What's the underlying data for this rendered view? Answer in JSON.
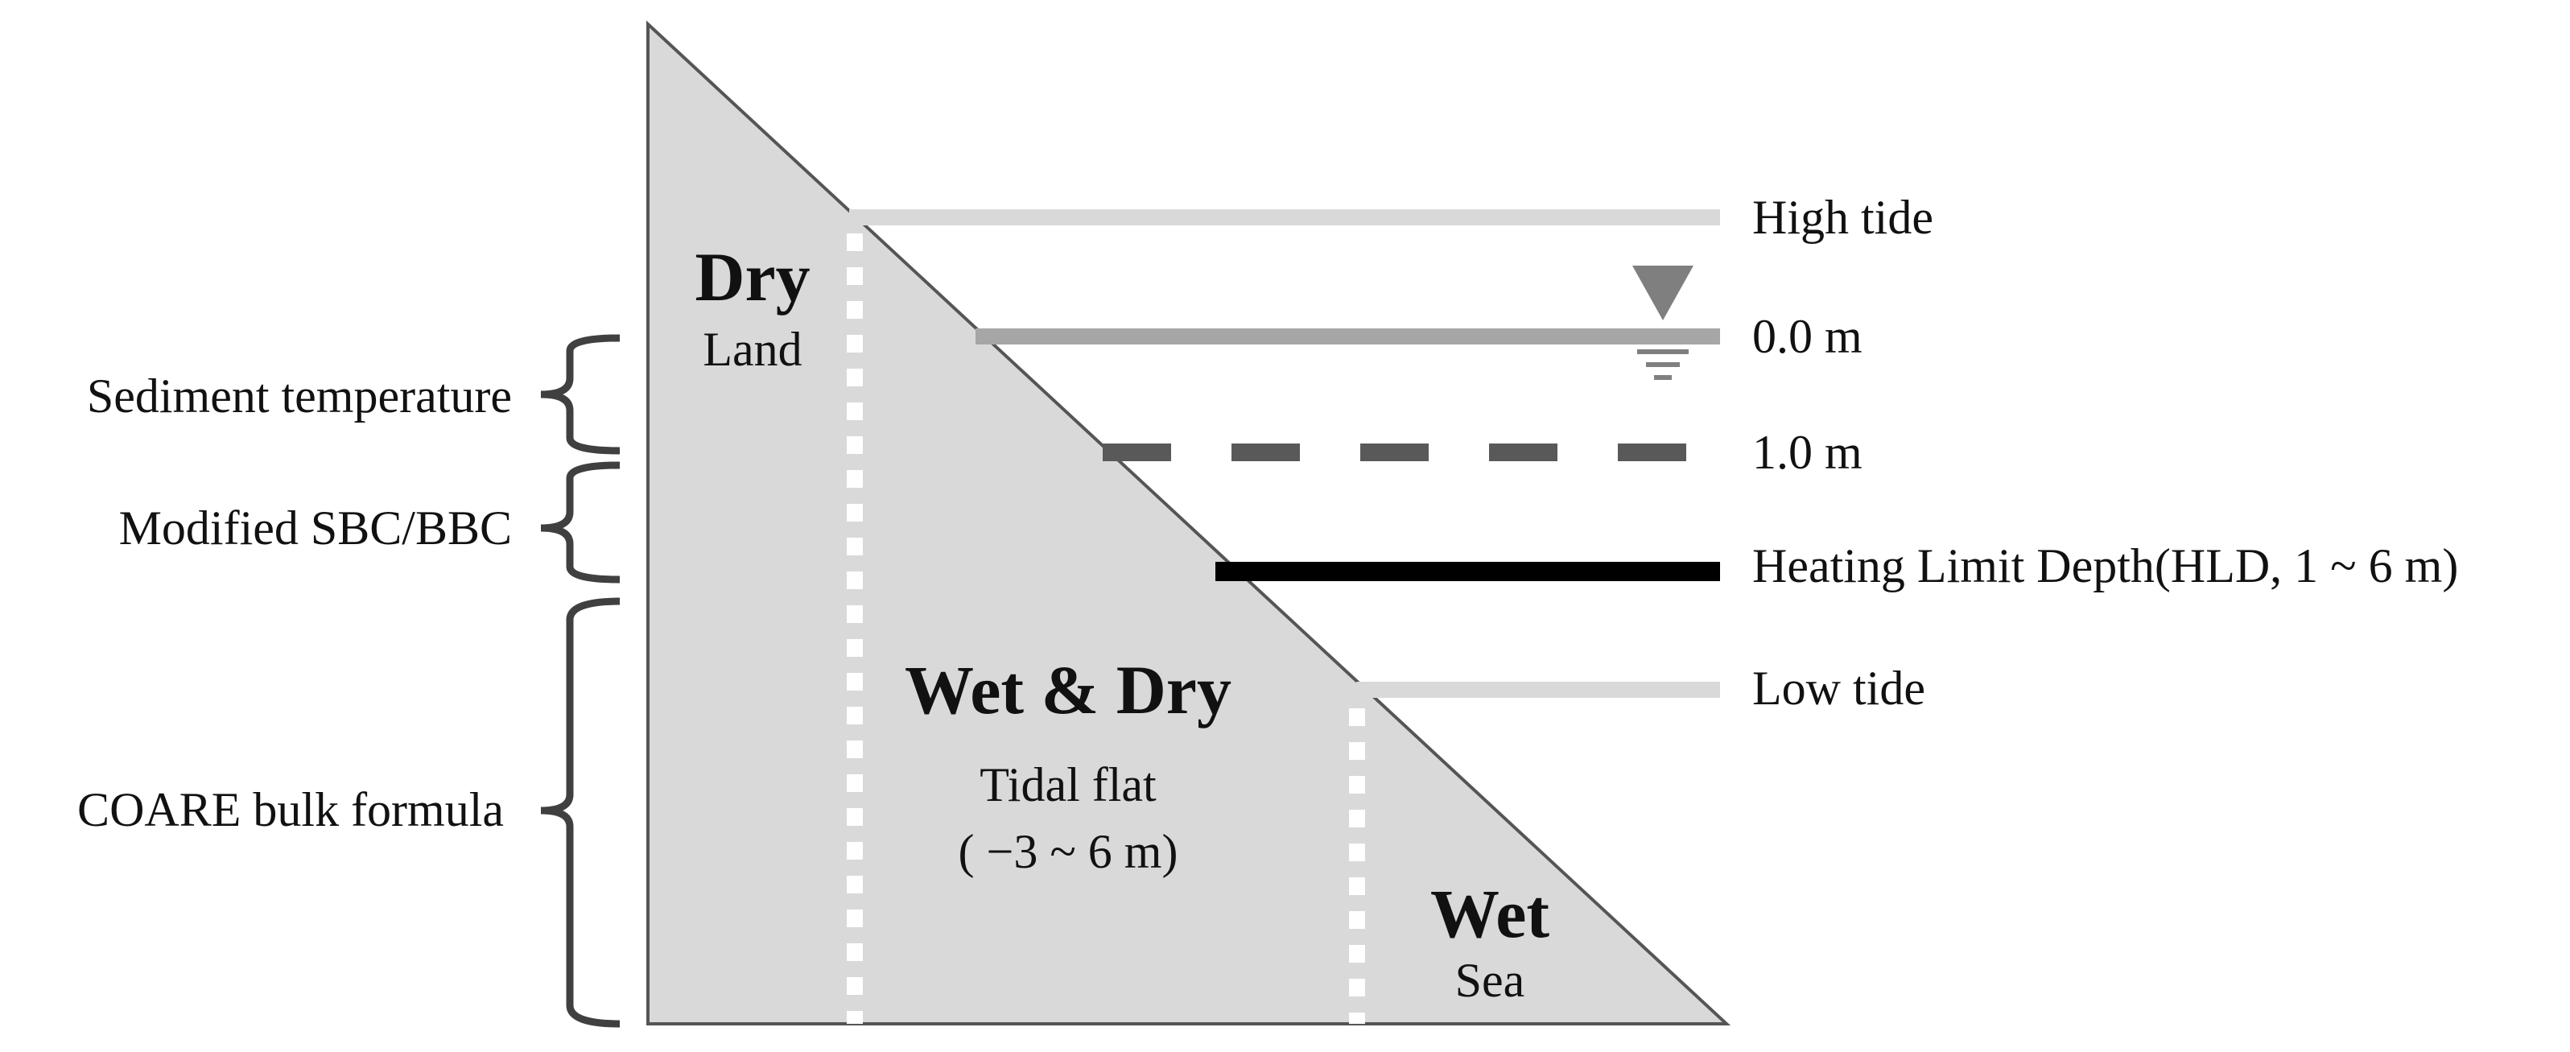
{
  "zones": {
    "dry": {
      "title": "Dry",
      "subtitle": "Land"
    },
    "wet_dry": {
      "title": "Wet & Dry",
      "subtitle": "Tidal flat",
      "range": "( −3 ~ 6 m)"
    },
    "wet": {
      "title": "Wet",
      "subtitle": "Sea"
    }
  },
  "levels": {
    "high_tide": "High tide",
    "zero": "0.0 m",
    "one": "1.0 m",
    "hld": "Heating Limit Depth(HLD, 1 ~ 6 m)",
    "low_tide": "Low tide"
  },
  "methods": {
    "sediment": "Sediment temperature",
    "modified": "Modified SBC/BBC",
    "coare": "COARE bulk formula"
  },
  "colors": {
    "slope_fill": "#d9d9d9",
    "slope_stroke": "#555555",
    "high_tide_line": "#d9d9d9",
    "zero_line": "#a6a6a6",
    "one_m_line": "#595959",
    "hld_line": "#000000",
    "low_tide_line": "#d9d9d9",
    "water_symbol": "#7f7f7f",
    "brace": "#404040"
  },
  "icons": {
    "water_level": "water-level-icon"
  }
}
